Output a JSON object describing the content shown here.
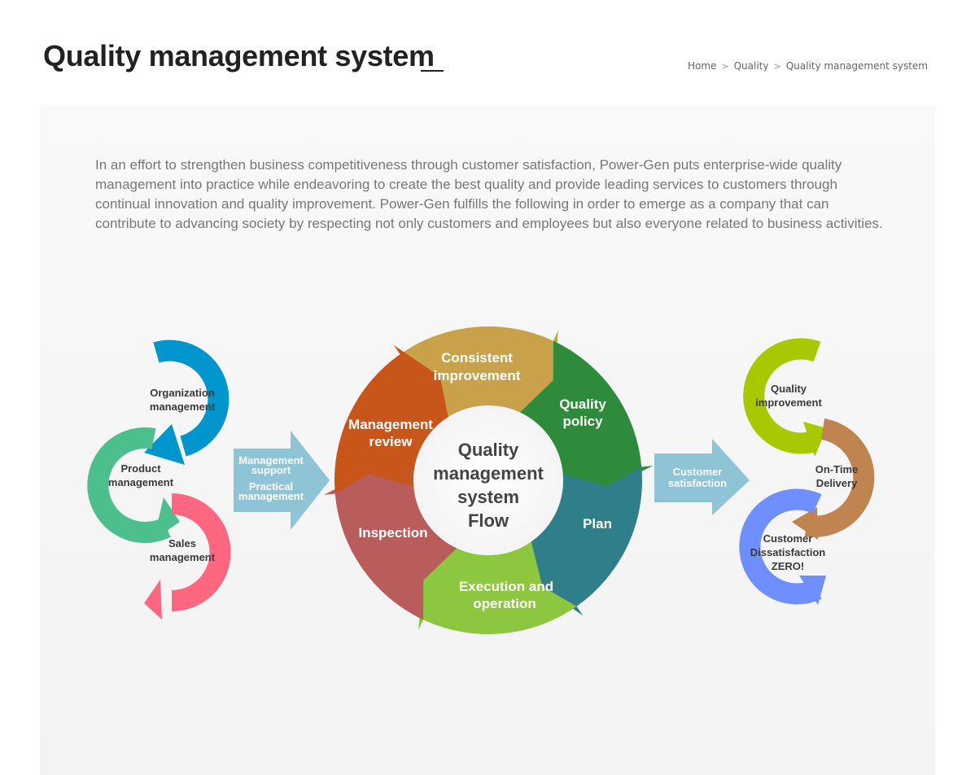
{
  "header": {
    "title": "Quality management system",
    "breadcrumb": [
      "Home",
      "Quality",
      "Quality management system"
    ]
  },
  "intro": "In an effort to strengthen business competitiveness through customer satisfaction, Power-Gen puts enterprise-wide quality management into practice while endeavoring to create the best quality and provide leading services to customers through continual innovation and quality improvement. Power-Gen fulfills the following in order to emerge as a company that can contribute to advancing society by respecting not only customers and employees but also everyone related to business activities.",
  "left_cycle": {
    "items": [
      {
        "line1": "Organization",
        "line2": "management",
        "color": "#0095cc"
      },
      {
        "line1": "Product",
        "line2": "management",
        "color": "#4cbf8c"
      },
      {
        "line1": "Sales",
        "line2": "management",
        "color": "#ff6680"
      }
    ]
  },
  "left_arrow": {
    "line1": "Management",
    "line2": "support",
    "line3": "Practical",
    "line4": "management",
    "color": "#8fc3d6"
  },
  "center_flow": {
    "center": {
      "line1": "Quality",
      "line2": "management",
      "line3": "system",
      "line4": "Flow"
    },
    "segments": [
      {
        "line1": "Consistent",
        "line2": "improvement",
        "color": "#c9a14a"
      },
      {
        "line1": "Quality",
        "line2": "policy",
        "color": "#2e8b3c"
      },
      {
        "line1": "Plan",
        "color": "#2f7f8a"
      },
      {
        "line1": "Execution and",
        "line2": "operation",
        "color": "#8dc63f"
      },
      {
        "line1": "Inspection",
        "color": "#b85c5c"
      },
      {
        "line1": "Management",
        "line2": "review",
        "color": "#c8561a"
      }
    ]
  },
  "right_arrow": {
    "line1": "Customer",
    "line2": "satisfaction",
    "color": "#8fc3d6"
  },
  "right_cycle": {
    "items": [
      {
        "line1": "Quality",
        "line2": "improvement",
        "color": "#a8c800"
      },
      {
        "line1": "On-Time",
        "line2": "Delivery",
        "color": "#c08450"
      },
      {
        "line1": "Customer",
        "line2": "Dissatisfaction",
        "line3": "ZERO!",
        "color": "#6f8fff"
      }
    ]
  }
}
